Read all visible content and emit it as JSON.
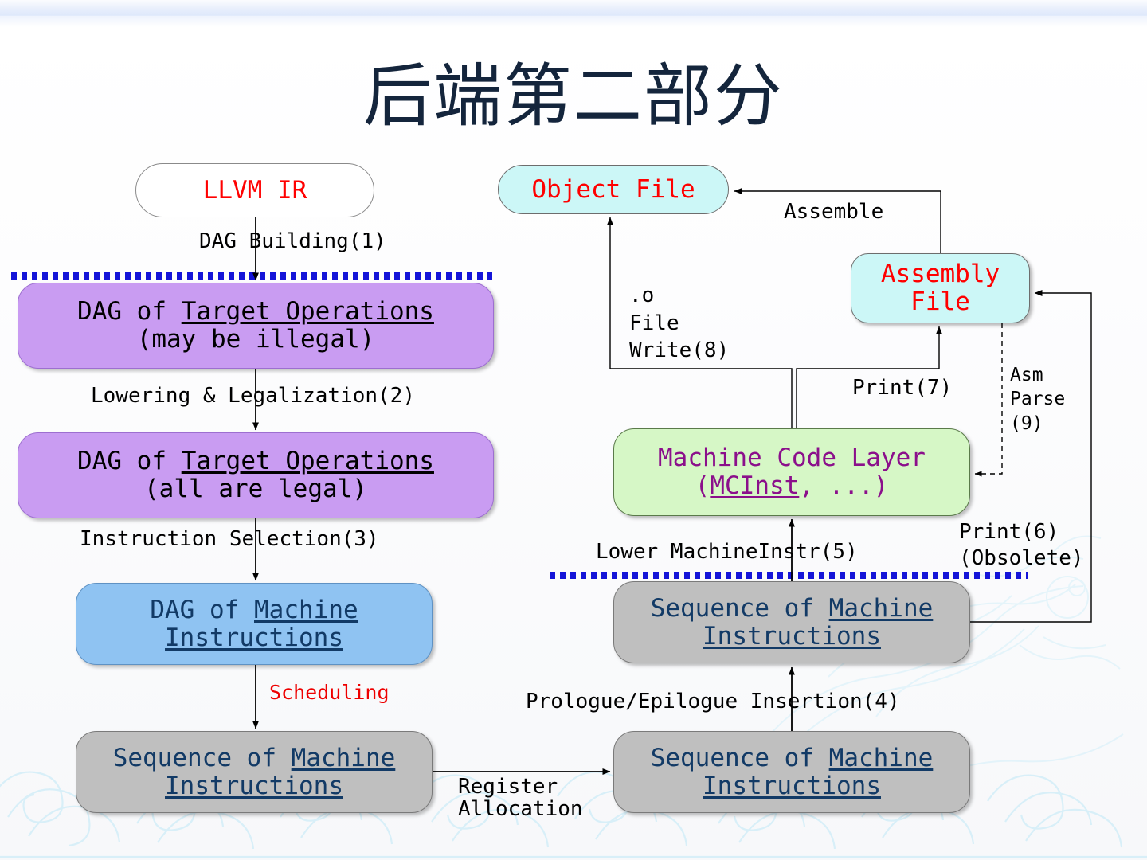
{
  "slide": {
    "title": "后端第二部分"
  },
  "colors": {
    "red_text": "#ff0000",
    "navy_text": "#123a66",
    "purple_text": "#8b0f8b",
    "title": "#14253c",
    "purple_box": "#c99cf2",
    "blue_box": "#8fc3f2",
    "gray_box": "#bfbfbf",
    "green_box": "#d6f7c6",
    "cyan_box": "#ccf7f7",
    "dotted_divider": "#1414d8",
    "scheduling_label": "#ee0000"
  },
  "nodes": {
    "llvm_ir": "LLVM IR",
    "object_file": "Object File",
    "assembly_file_line1": "Assembly",
    "assembly_file_line2": "File",
    "dag_target_illegal_line1_a": "DAG of ",
    "dag_target_illegal_line1_b": "Target Operations",
    "dag_target_illegal_line2": "(may be illegal)",
    "dag_target_legal_line1_a": "DAG of ",
    "dag_target_legal_line1_b": "Target Operations",
    "dag_target_legal_line2": "(all are legal)",
    "machine_code_layer_line1": "Machine Code Layer",
    "machine_code_layer_line2_a": "(",
    "machine_code_layer_line2_b": "MCInst",
    "machine_code_layer_line2_c": ", ...)",
    "dag_machine_instr_line1_a": "DAG of ",
    "dag_machine_instr_line1_b": "Machine",
    "dag_machine_instr_line2": "Instructions",
    "seq_machine_instr_line1_a": "Sequence of ",
    "seq_machine_instr_line1_b": "Machine",
    "seq_machine_instr_line2": "Instructions"
  },
  "edges": {
    "dag_building": "DAG Building(1)",
    "lowering_legalization": "Lowering & Legalization(2)",
    "instruction_selection": "Instruction Selection(3)",
    "scheduling": "Scheduling",
    "register_allocation_line1": "Register",
    "register_allocation_line2": "Allocation",
    "prologue_epilogue": "Prologue/Epilogue Insertion(4)",
    "lower_machineinstr": "Lower MachineInstr(5)",
    "print6_line1": "Print(6)",
    "print6_line2": "(Obsolete)",
    "print7": "Print(7)",
    "o_file_write_line1": ".o",
    "o_file_write_line2": "File",
    "o_file_write_line3": "Write(8)",
    "assemble": "Assemble",
    "asm_parse_line1": "Asm",
    "asm_parse_line2": "Parse",
    "asm_parse_line3": "(9)"
  }
}
